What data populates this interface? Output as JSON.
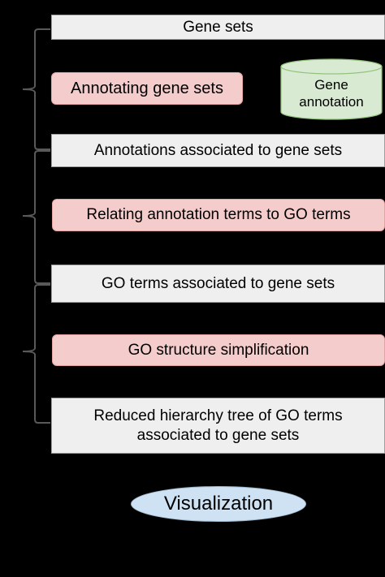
{
  "nodes": {
    "gene_sets": "Gene sets",
    "annotating_gene_sets": "Annotating gene sets",
    "gene_annotation_line1": "Gene",
    "gene_annotation_line2": "annotation",
    "annotations_associated": "Annotations associated to gene sets",
    "relating_terms": "Relating annotation terms to GO terms",
    "go_terms_associated": "GO terms associated to gene sets",
    "go_structure_simplification": "GO structure simplification",
    "reduced_tree_line1": "Reduced hierarchy tree of GO terms",
    "reduced_tree_line2": "associated to gene sets",
    "visualization": "Visualization"
  },
  "colors": {
    "background": "#000000",
    "data_box": "#efefef",
    "process_box": "#f4cccc",
    "database": "#d9ead3",
    "output_oval": "#cfe2f3",
    "bracket": "#595959"
  }
}
